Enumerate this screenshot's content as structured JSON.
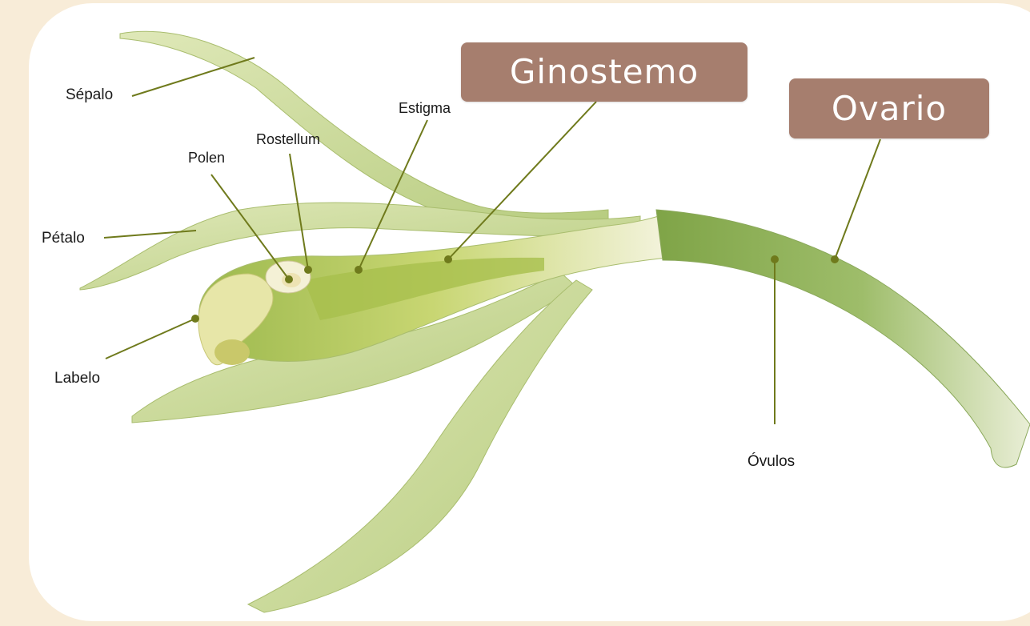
{
  "labels": {
    "sepalo": "Sépalo",
    "petalo": "Pétalo",
    "labelo": "Labelo",
    "polen": "Polen",
    "rostellum": "Rostellum",
    "estigma": "Estigma",
    "ovulos": "Óvulos"
  },
  "tags": {
    "ginostemo": "Ginostemo",
    "ovario": "Ovario"
  },
  "colors": {
    "background": "#f8ecd8",
    "tag_fill": "#a67e6e",
    "leader_line": "#6f7a1c"
  }
}
